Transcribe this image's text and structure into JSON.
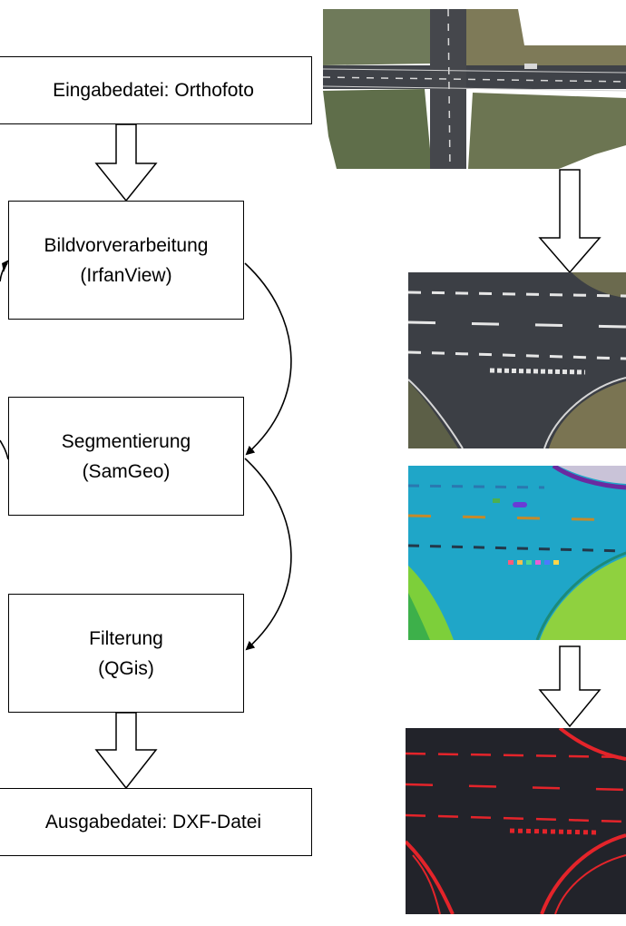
{
  "flow": {
    "input": "Eingabedatei: Orthofoto",
    "preprocess": {
      "title": "Bildvorverarbeitung",
      "tool": "(IrfanView)"
    },
    "segment": {
      "title": "Segmentierung",
      "tool": "(SamGeo)"
    },
    "filter": {
      "title": "Filterung",
      "tool": "(QGis)"
    },
    "output": "Ausgabedatei: DXF-Datei"
  },
  "colors": {
    "segment_background": "#1fa6c8",
    "output_background": "#22232a",
    "output_lines": "#e4242a"
  }
}
